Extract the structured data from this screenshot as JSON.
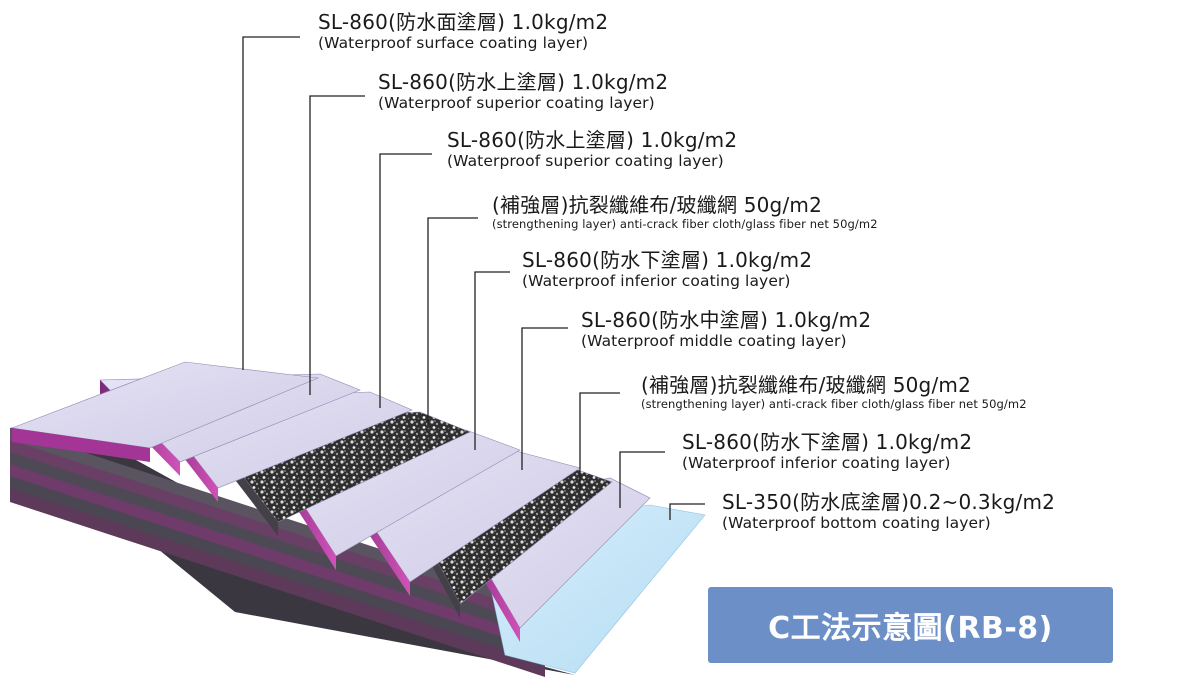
{
  "badge": {
    "text": "C工法示意圖(RB-8)",
    "color": "#6d8fc8"
  },
  "layers": [
    {
      "title": "SL-860(防水面塗層) 1.0kg/m2",
      "desc": "(Waterproof surface coating layer)",
      "kind": "coating"
    },
    {
      "title": "SL-860(防水上塗層) 1.0kg/m2",
      "desc": "(Waterproof superior coating layer)",
      "kind": "coating"
    },
    {
      "title": "SL-860(防水上塗層) 1.0kg/m2",
      "desc": "(Waterproof superior coating layer)",
      "kind": "coating"
    },
    {
      "title": "(補強層)抗裂纖維布/玻纖網 50g/m2",
      "desc": "(strengthening layer) anti-crack fiber cloth/glass fiber net 50g/m2",
      "kind": "mesh"
    },
    {
      "title": "SL-860(防水下塗層) 1.0kg/m2",
      "desc": "(Waterproof inferior coating layer)",
      "kind": "coating"
    },
    {
      "title": "SL-860(防水中塗層) 1.0kg/m2",
      "desc": "(Waterproof middle coating layer)",
      "kind": "coating"
    },
    {
      "title": "(補強層)抗裂纖維布/玻纖網 50g/m2",
      "desc": "(strengthening layer) anti-crack fiber cloth/glass fiber net 50g/m2",
      "kind": "mesh"
    },
    {
      "title": "SL-860(防水下塗層) 1.0kg/m2",
      "desc": "(Waterproof inferior coating layer)",
      "kind": "coating"
    },
    {
      "title": "SL-350(防水底塗層)0.2~0.3kg/m2",
      "desc": "(Waterproof  bottom coating layer)",
      "kind": "primer"
    }
  ],
  "colors": {
    "surface": "#dcd9ee",
    "magenta": "#b0339c",
    "dark_side": "#4a4650",
    "primer": "#bfe3f7",
    "mesh_base": "#3a3a3a"
  }
}
